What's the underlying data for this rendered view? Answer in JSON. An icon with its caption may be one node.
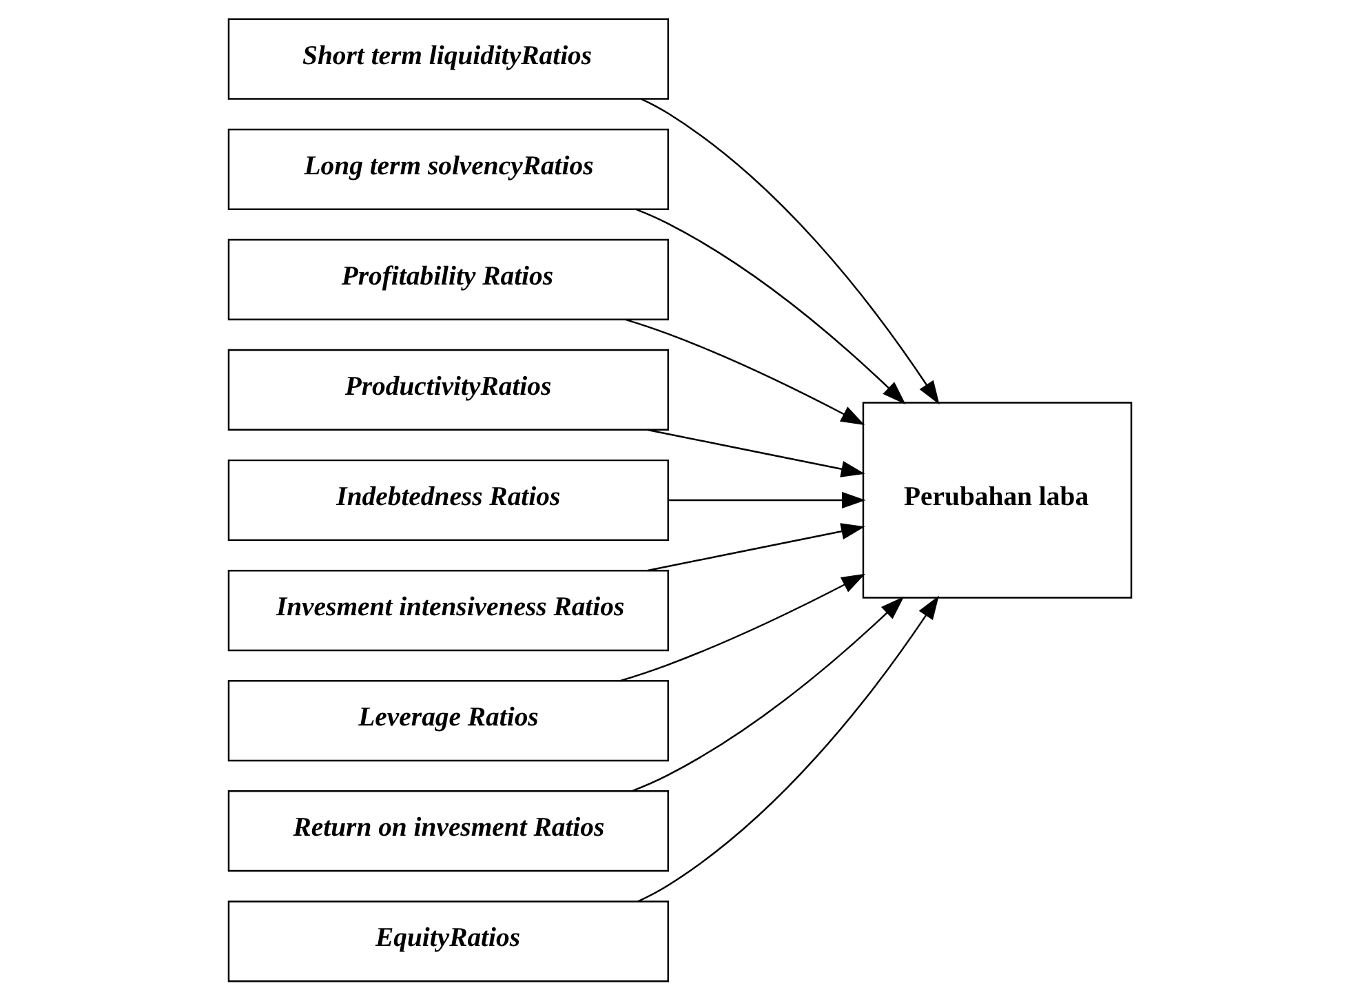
{
  "diagram": {
    "nodes": [
      {
        "text": [
          "Short term liquidityRatios"
        ]
      },
      {
        "text": [
          "Long term solvencyRatios"
        ]
      },
      {
        "text": [
          "Profitability Ratios"
        ]
      },
      {
        "text": [
          "ProductivityRatios"
        ]
      },
      {
        "text": [
          "Indebtedness Ratios"
        ]
      },
      {
        "text": [
          "Invesment intensiveness Ratios"
        ]
      },
      {
        "text": [
          "Leverage Ratios"
        ]
      },
      {
        "text": [
          "Return on invesment Ratios"
        ]
      },
      {
        "text": [
          "EquityRatios"
        ]
      },
      {
        "text": [
          "Perubahan laba"
        ]
      }
    ],
    "edges": [
      {
        "from": 0,
        "to": 9,
        "arrow": "to"
      },
      {
        "from": 1,
        "to": 9,
        "arrow": "to"
      },
      {
        "from": 2,
        "to": 9,
        "arrow": "to"
      },
      {
        "from": 3,
        "to": 9,
        "arrow": "to"
      },
      {
        "from": 4,
        "to": 9,
        "arrow": "to"
      },
      {
        "from": 5,
        "to": 9,
        "arrow": "to"
      },
      {
        "from": 6,
        "to": 9,
        "arrow": "to"
      },
      {
        "from": 7,
        "to": 9,
        "arrow": "to"
      },
      {
        "from": 8,
        "to": 9,
        "arrow": "to"
      }
    ]
  }
}
